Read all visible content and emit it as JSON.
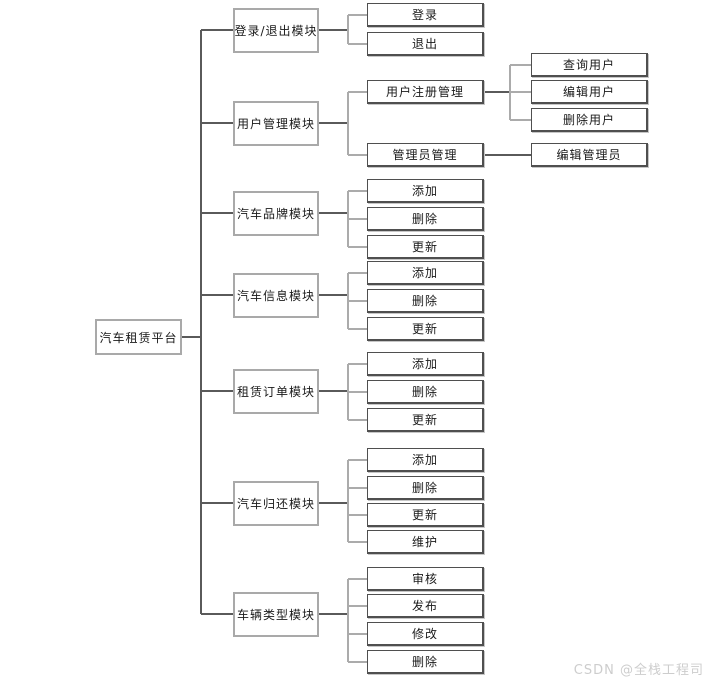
{
  "diagram": {
    "root": {
      "label": "汽车租赁平台"
    },
    "modules": [
      {
        "label": "登录/退出模块",
        "children": [
          {
            "label": "登录"
          },
          {
            "label": "退出"
          }
        ]
      },
      {
        "label": "用户管理模块",
        "children": [
          {
            "label": "用户注册管理",
            "children": [
              {
                "label": "查询用户"
              },
              {
                "label": "编辑用户"
              },
              {
                "label": "删除用户"
              }
            ]
          },
          {
            "label": "管理员管理",
            "children": [
              {
                "label": "编辑管理员"
              }
            ]
          }
        ]
      },
      {
        "label": "汽车品牌模块",
        "children": [
          {
            "label": "添加"
          },
          {
            "label": "删除"
          },
          {
            "label": "更新"
          }
        ]
      },
      {
        "label": "汽车信息模块",
        "children": [
          {
            "label": "添加"
          },
          {
            "label": "删除"
          },
          {
            "label": "更新"
          }
        ]
      },
      {
        "label": "租赁订单模块",
        "children": [
          {
            "label": "添加"
          },
          {
            "label": "删除"
          },
          {
            "label": "更新"
          }
        ]
      },
      {
        "label": "汽车归还模块",
        "children": [
          {
            "label": "添加"
          },
          {
            "label": "删除"
          },
          {
            "label": "更新"
          },
          {
            "label": "维护"
          }
        ]
      },
      {
        "label": "车辆类型模块",
        "children": [
          {
            "label": "审核"
          },
          {
            "label": "发布"
          },
          {
            "label": "修改"
          },
          {
            "label": "删除"
          }
        ]
      }
    ]
  },
  "watermark": {
    "text": "CSDN @全栈工程司"
  },
  "colors": {
    "module_border": "#a9a9a9",
    "leaf_border": "#4f4f4f",
    "line_dark": "#5a5a5a",
    "line_light": "#ababab",
    "watermark_text": "#cdcdcd",
    "background": "#ffffff"
  }
}
